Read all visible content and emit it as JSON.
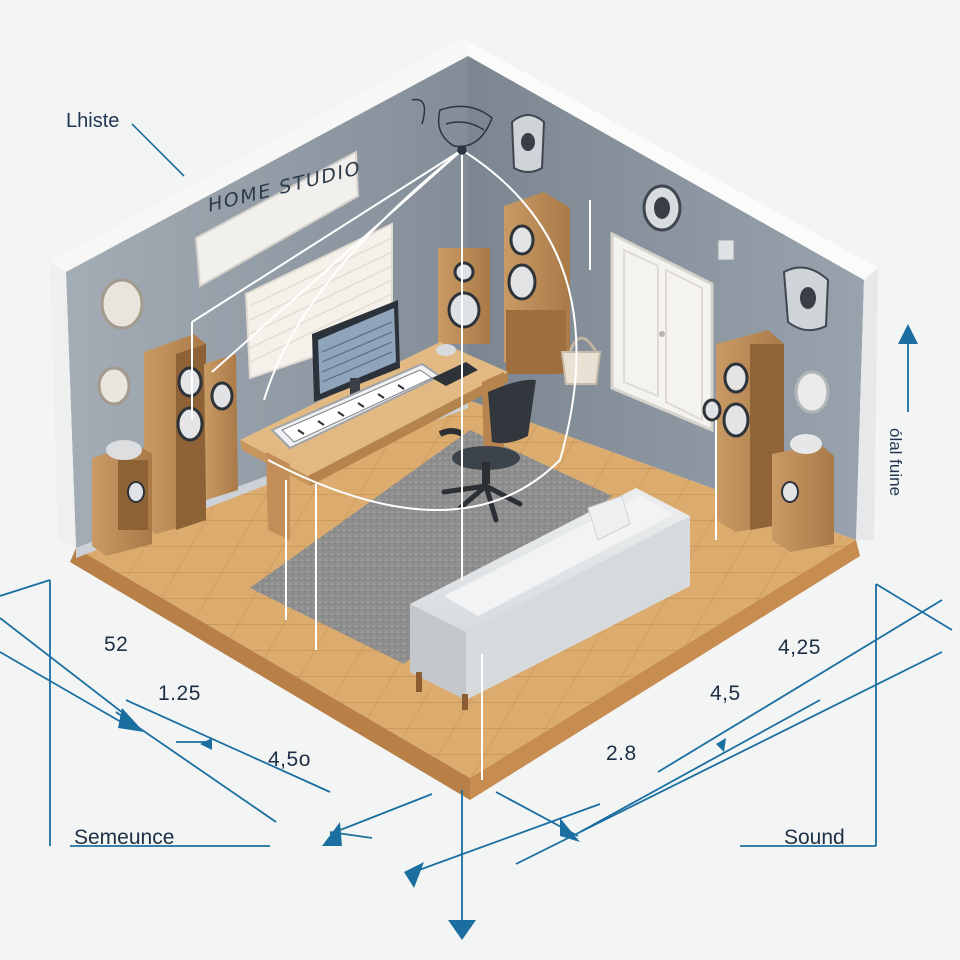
{
  "diagram": {
    "title_label": "Lhiste",
    "studio_sign": "HOME STUDIO",
    "vertical_label": "ólal fuine",
    "dimensions": {
      "left_outer": "52",
      "left_inner": "1.25",
      "front_left": "4,5o",
      "right_outer": "4,25",
      "right_inner": "4,5",
      "front_right": "2.8"
    },
    "bottom_labels": {
      "left": "Semeunce",
      "right": "Sound"
    }
  },
  "colors": {
    "accent": "#1b6fa0",
    "wall": "#8e98a2",
    "floor": "#d9a86a",
    "background": "#f3f4f4"
  }
}
